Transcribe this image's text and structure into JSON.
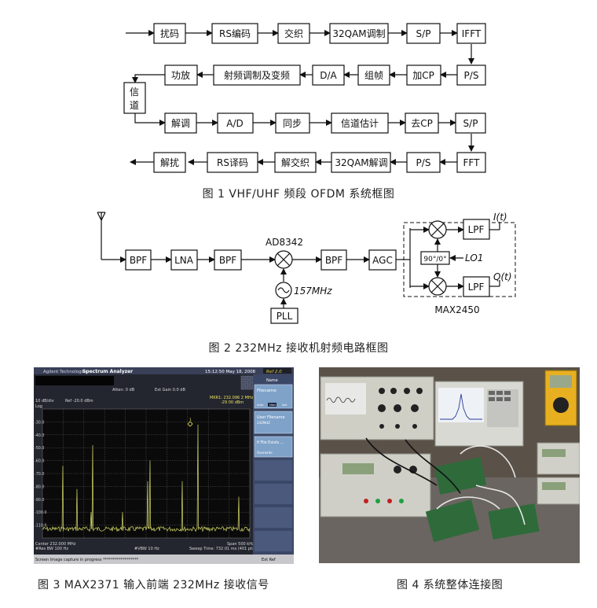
{
  "figure1": {
    "row1": [
      "扰码",
      "RS编码",
      "交织",
      "32QAM调制",
      "S/P",
      "IFFT"
    ],
    "row2": [
      "功放",
      "射频调制及变频",
      "D/A",
      "组帧",
      "加CP",
      "P/S"
    ],
    "channel": "信\n道",
    "channel_top": "信",
    "channel_bottom": "道",
    "row3": [
      "解调",
      "A/D",
      "同步",
      "信道估计",
      "去CP",
      "S/P"
    ],
    "row4": [
      "解扰",
      "RS译码",
      "解交织",
      "32QAM解调",
      "P/S",
      "FFT"
    ],
    "caption": "图 1  VHF/UHF 频段 OFDM 系统框图"
  },
  "figure2": {
    "blocks": [
      "BPF",
      "LNA",
      "BPF",
      "BPF",
      "AGC",
      "LPF",
      "LPF",
      "PLL"
    ],
    "mixer_label": "AD8342",
    "osc_label": "157MHz",
    "phase_label": "90°/0°",
    "lo_label": "LO1",
    "out_i": "I(t)",
    "out_q": "Q(t)",
    "chip_label": "MAX2450",
    "caption": "图 2  232MHz 接收机射频电路框图"
  },
  "figure3": {
    "caption": "图 3  MAX2371 输入前端 232MHz 接收信号",
    "header_left": "Agilent Technologies",
    "header_title": "Spectrum Analyzer",
    "header_time": "15:12:50  May 18, 2008",
    "atten": "Atten: 0 dB",
    "ext_gain": "Ext Gain 0.0 dB",
    "marker": "MKR1: 232.096 2 MHz",
    "marker_val": "-29 00 dBm",
    "scale": "10 dB/div",
    "ref": "Ref -20.0 dBm",
    "log": "Log",
    "y_ticks": [
      "-30.0",
      "-40.0",
      "-50.0",
      "-60.0",
      "-70.0",
      "-80.0",
      "-90.0",
      "-100.0",
      "-110.0"
    ],
    "center": "Center 232.000 MHz",
    "span": "Span 500 kHz",
    "rbw": "#Res BW 100 Hz",
    "vbw": "#VBW 10 Hz",
    "sweep": "Sweep Time: 732.01 ms (401 pts)",
    "status": "Screen Image capture in progress  ******************",
    "ext_ref": "Ext Ref",
    "panel_title": "Name",
    "panel_filename": "Filename",
    "panel_user": "User Filename",
    "panel_user_val": "232MHZ",
    "panel_exists": "If File Exists ...",
    "panel_overwrite": "Overwrite",
    "panel_modes": [
      "Auto",
      "User",
      "Ask"
    ],
    "ref_label": "Ref 2.0",
    "trace_color": "#d8dc6a"
  },
  "figure4": {
    "caption": "图 4  系统整体连接图"
  }
}
